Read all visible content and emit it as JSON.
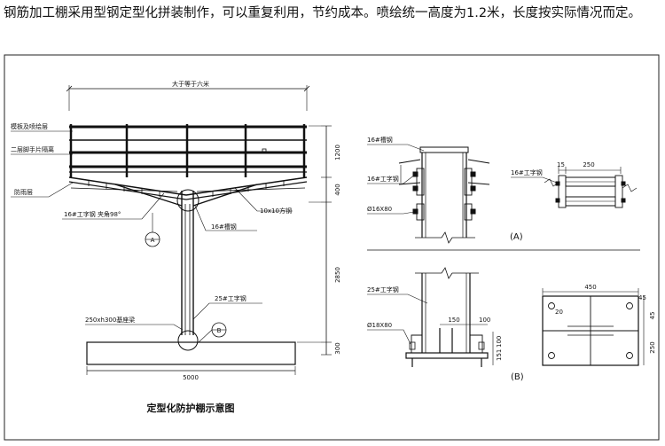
{
  "intro_text": "钢筋加工棚采用型钢定型化拼装制作，可以重复利用，节约成本。喷绘统一高度为1.2米，长度按实际情况而定。",
  "main_view": {
    "title": "定型化防护棚示意图",
    "top_dim": "大于等于六米",
    "bottom_dim": "5000",
    "left_labels": {
      "layer1": "模板及喷绘层",
      "layer2": "二层脚手片隔离",
      "layer3": "防雨层",
      "beam": "16#工字钢  夹角98°",
      "ground_beam": "250xh300基座梁"
    },
    "right_labels": {
      "tube": "10x10方钢",
      "channel": "16#槽钢",
      "column": "25#工字钢"
    },
    "vert_dims": [
      "1200",
      "400",
      "2850",
      "300"
    ],
    "markers": {
      "a": "A",
      "b": "B"
    }
  },
  "detail_a": {
    "label": "(A)",
    "channel": "16#槽钢",
    "ibeam": "16#工字钢",
    "bolt": "Ø16X80",
    "side_ibeam": "16#工字钢",
    "dim_15": "15",
    "dim_250": "250"
  },
  "detail_b": {
    "label": "(B)",
    "ibeam": "25#工字钢",
    "bolt": "Ø18X80",
    "dim_150": "150",
    "dim_100": "100",
    "dim_151": "151",
    "dim_100v": "100",
    "plate_top": "450",
    "plate_right": "45",
    "plate_side": "250",
    "plate_side2": "45",
    "plate_dim_20": "20"
  }
}
